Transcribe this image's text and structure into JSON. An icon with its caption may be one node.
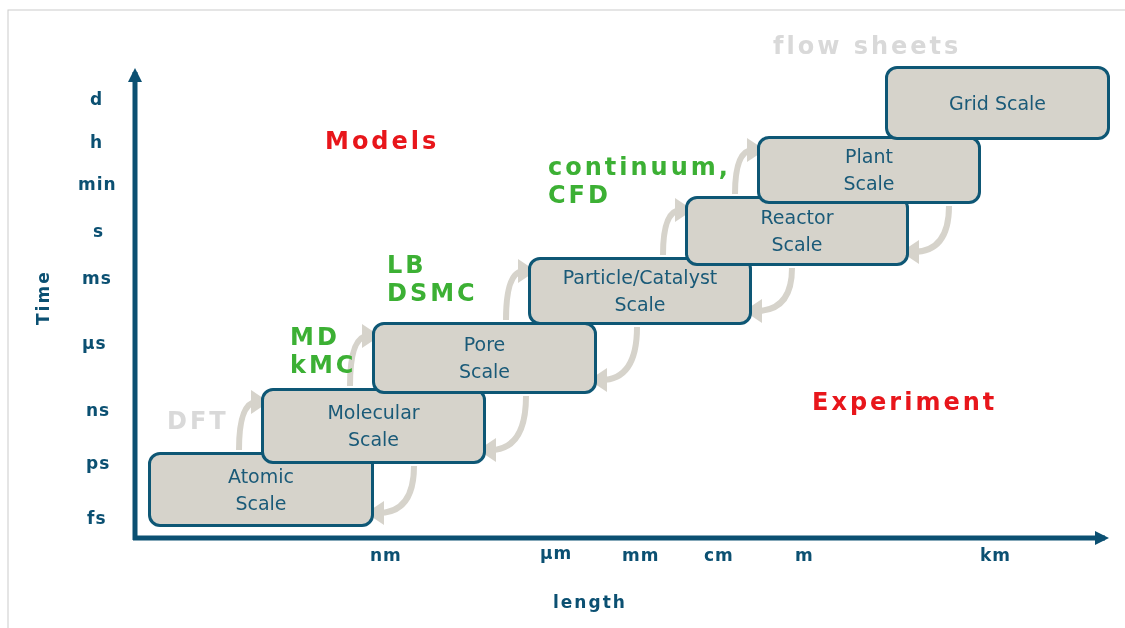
{
  "diagram": {
    "nodes": [
      {
        "text": [
          "Atomic Scale"
        ]
      },
      {
        "text": [
          "Molecular Scale"
        ]
      },
      {
        "text": [
          "Pore Scale"
        ]
      },
      {
        "text": [
          "Particle/Catalyst Scale"
        ]
      },
      {
        "text": [
          "Reactor Scale"
        ]
      },
      {
        "text": [
          "Plant Scale"
        ]
      },
      {
        "text": [
          "Grid Scale"
        ]
      }
    ],
    "edges": [
      {
        "from": 0,
        "to": 1,
        "arrow": "to"
      },
      {
        "from": 1,
        "to": 0,
        "arrow": "to"
      },
      {
        "from": 1,
        "to": 2,
        "arrow": "to"
      },
      {
        "from": 2,
        "to": 1,
        "arrow": "to"
      },
      {
        "from": 2,
        "to": 3,
        "arrow": "to"
      },
      {
        "from": 3,
        "to": 2,
        "arrow": "to"
      },
      {
        "from": 3,
        "to": 4,
        "arrow": "to"
      },
      {
        "from": 4,
        "to": 3,
        "arrow": "to"
      },
      {
        "from": 4,
        "to": 5,
        "arrow": "to"
      },
      {
        "from": 5,
        "to": 4,
        "arrow": "to"
      }
    ],
    "labels": [
      "flow sheets",
      "d",
      "h",
      "Models",
      "min",
      "continuum, CFD",
      "s",
      "Time",
      "ms",
      "LB DSMC",
      "µs",
      "MD kMC",
      "ns",
      "Experiment",
      "DFT",
      "ps",
      "fs",
      "nm",
      "µm",
      "mm",
      "cm",
      "m",
      "km",
      "length"
    ]
  }
}
